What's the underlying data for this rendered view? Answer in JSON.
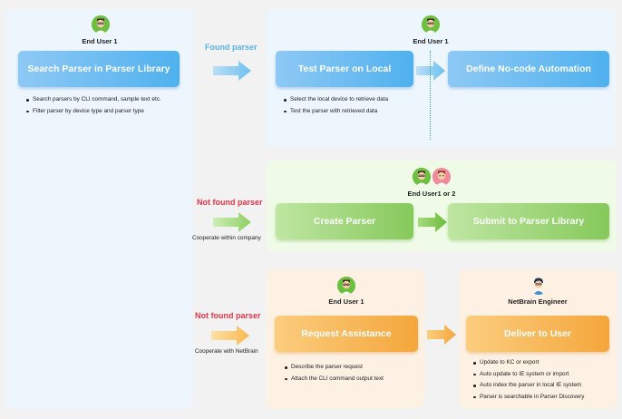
{
  "search": {
    "role": "End User 1",
    "button": "Search Parser in Parser Library",
    "bullets": [
      "Search parsers by CLI command, sample text etc.",
      "Filter parser by device type and parser type"
    ]
  },
  "found": {
    "label": "Found parser",
    "role": "End User 1",
    "test_button": "Test  Parser on Local",
    "define_button": "Define No-code Automation",
    "bullets": [
      "Select the local device to retrieve data",
      "Test the parser with retrieved data"
    ]
  },
  "not_found_company": {
    "label": "Not found parser",
    "sub": "Cooperate within company",
    "role": "End User1 or 2",
    "create_button": "Create Parser",
    "submit_button": "Submit to Parser Library"
  },
  "not_found_netbrain": {
    "label": "Not found parser",
    "sub": "Cooperate with NetBrain",
    "request_role": "End User 1",
    "request_button": "Request Assistance",
    "request_bullets": [
      "Describe the parser request",
      "Attach the CLI command output text"
    ],
    "engineer_role": "NetBrain Engineer",
    "deliver_button": "Deliver to User",
    "deliver_bullets": [
      "Update to  KC or export",
      "Auto update to IE system or import",
      "Auto index the parser in local IE system",
      "Parser is searchable in Parser Discovery"
    ]
  },
  "colors": {
    "blue_panel": "#eef6fd",
    "green_panel": "#effbe6",
    "orange_panel": "#fdf1e4",
    "blue_accent": "#4fb1ee",
    "green_accent": "#86c95b",
    "orange_accent": "#f4a63b",
    "red_label": "#e8344b",
    "connector": "#35a892"
  },
  "icons": [
    "user-avatar-icon",
    "engineer-avatar-icon",
    "right-arrow-icon"
  ]
}
